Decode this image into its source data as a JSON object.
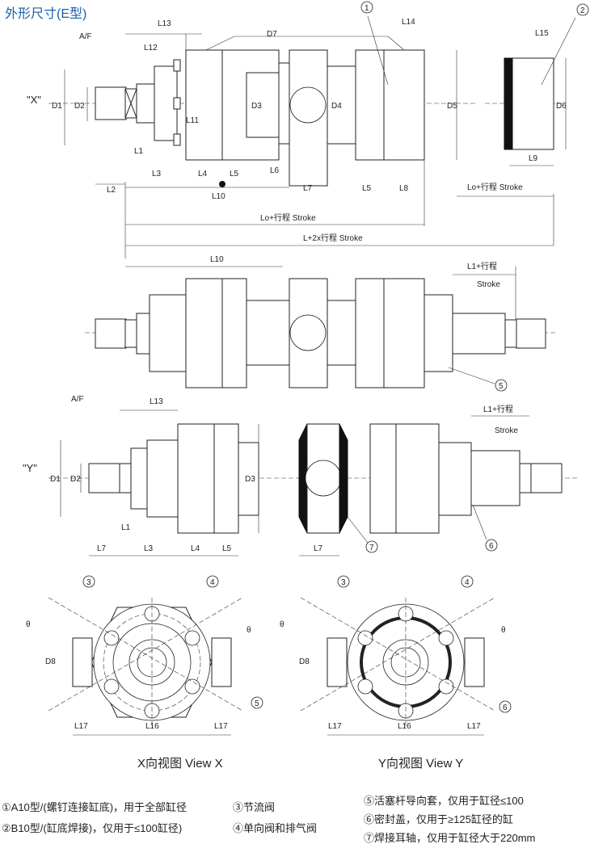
{
  "title": "外形尺寸(E型)",
  "top_view": {
    "labels": {
      "af": "A/F",
      "l13": "L13",
      "l12": "L12",
      "d7": "D7",
      "l14": "L14",
      "l15": "L15",
      "x": "\"X\"",
      "d1": "D1",
      "d2": "D2",
      "d3": "D3",
      "d4": "D4",
      "d5": "D5",
      "d6": "D6",
      "l11": "L11",
      "l1": "L1",
      "l3": "L3",
      "l4": "L4",
      "l5": "L5",
      "l6": "L6",
      "l10": "L10",
      "l7": "L7",
      "l5b": "L5",
      "l8": "L8",
      "l9": "L9",
      "l2": "L2",
      "lo_stroke_right": "Lo+行程 Stroke",
      "lo_stroke": "Lo+行程 Stroke",
      "l2x_stroke": "L+2x行程 Stroke"
    },
    "callouts": {
      "c1": "1",
      "c2": "2"
    }
  },
  "middle_view": {
    "labels": {
      "l10": "L10",
      "l1_stroke": "L1+行程",
      "stroke": "Stroke"
    },
    "callouts": {
      "c5": "5"
    }
  },
  "y_side_view": {
    "labels": {
      "af": "A/F",
      "l13": "L13",
      "l1_stroke": "L1+行程",
      "stroke": "Stroke",
      "y": "\"Y\"",
      "d1": "D1",
      "d2": "D2",
      "d3": "D3",
      "l1": "L1",
      "l7": "L7",
      "l3": "L3",
      "l4": "L4",
      "l5": "L5",
      "l7b": "L7"
    },
    "callouts": {
      "c7": "7",
      "c6": "6"
    }
  },
  "view_x": {
    "caption": "X向视图 View X",
    "labels": {
      "theta1": "θ",
      "theta2": "θ",
      "d8": "D8",
      "l17a": "L17",
      "l16": "L16",
      "l17b": "L17"
    },
    "callouts": {
      "c3": "3",
      "c4": "4",
      "c5": "5"
    }
  },
  "view_y": {
    "caption": "Y向视图 View Y",
    "labels": {
      "theta1": "θ",
      "theta2": "θ",
      "d8": "D8",
      "l17a": "L17",
      "l16": "L16",
      "l17b": "L17"
    },
    "callouts": {
      "c3": "3",
      "c4": "4",
      "c6": "6"
    }
  },
  "legend": [
    "①A10型/(螺钉连接缸底)，用于全部缸径",
    "②B10型/(缸底焊接)，仅用于≤100缸径)",
    "③节流阀",
    "④单向阀和排气阀",
    "⑤活塞杆导向套，仅用于缸径≤100",
    "⑥密封盖，仅用于≥125缸径的缸",
    "⑦焊接耳轴，仅用于缸径大于220mm"
  ]
}
